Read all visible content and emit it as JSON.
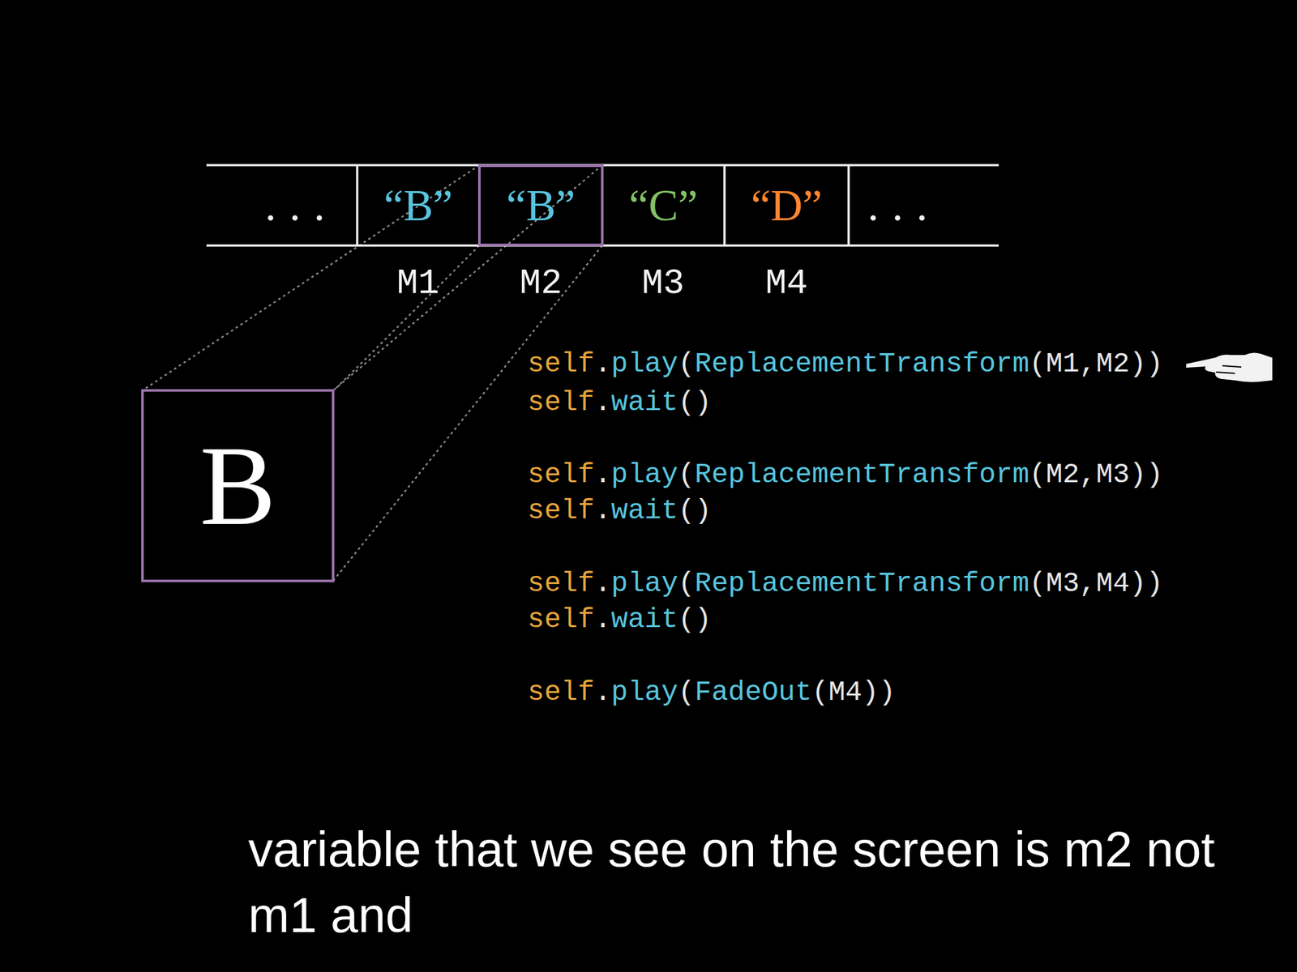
{
  "diagram": {
    "caption": "variable that we see on the screen is m2 not m1 and",
    "nodes": [
      {
        "text": [
          "..."
        ]
      },
      {
        "text": [
          "“B”"
        ]
      },
      {
        "text": [
          "“B”"
        ]
      },
      {
        "text": [
          "“C”"
        ]
      },
      {
        "text": [
          "“D”"
        ]
      },
      {
        "text": [
          "..."
        ]
      },
      {
        "text": [
          "B"
        ]
      }
    ],
    "labels": [
      "M1",
      "M2",
      "M3",
      "M4",
      "self",
      ".",
      "play",
      "(",
      "ReplacementTransform",
      "(M1,M2))",
      "self",
      ".",
      "wait",
      "()",
      "self",
      ".",
      "play",
      "(",
      "ReplacementTransform",
      "(M2,M3))",
      "self",
      ".",
      "wait",
      "()",
      "self",
      ".",
      "play",
      "(",
      "ReplacementTransform",
      "(M3,M4))",
      "self",
      ".",
      "wait",
      "()",
      "self",
      ".",
      "play",
      "(",
      "FadeOut",
      "(M4))"
    ]
  }
}
